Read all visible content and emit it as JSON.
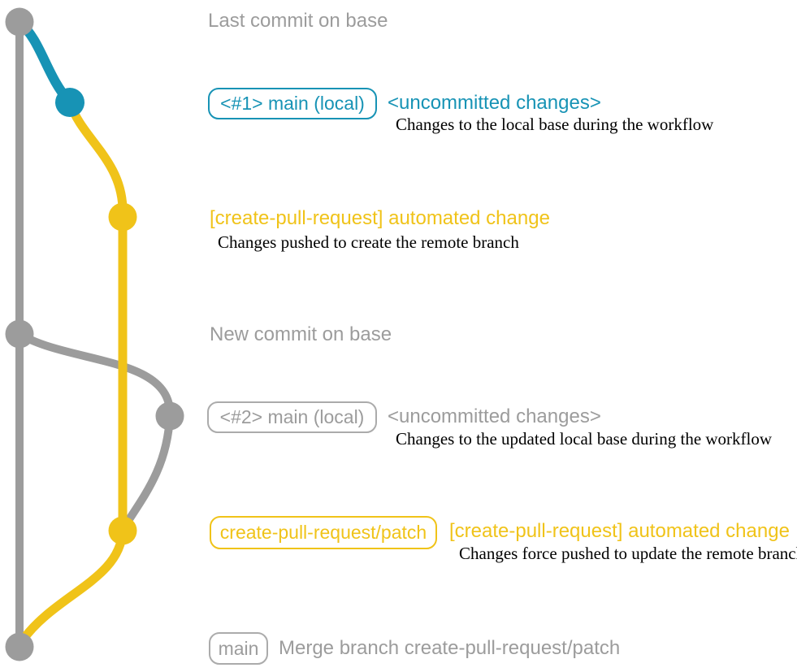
{
  "colors": {
    "gray": "#9c9c9c",
    "gray_border": "#ababab",
    "blue": "#1793b5",
    "yellow": "#f0c319",
    "desc_text": "#000000",
    "background": "#ffffff"
  },
  "rows": {
    "last_commit": {
      "text": "Last commit on base"
    },
    "main_local_1": {
      "badge": "<#1> main (local)",
      "title": "<uncommitted changes>",
      "desc": "Changes to the local base during the workflow"
    },
    "automated_change_1": {
      "title": "[create-pull-request] automated change",
      "desc": "Changes pushed to create the remote branch"
    },
    "new_commit": {
      "text": "New commit on base"
    },
    "main_local_2": {
      "badge": "<#2> main (local)",
      "title": "<uncommitted changes>",
      "desc": "Changes to the updated local base during the workflow"
    },
    "automated_change_2": {
      "badge": "create-pull-request/patch",
      "title": "[create-pull-request] automated change",
      "desc": "Changes force pushed to update the remote branch"
    },
    "merge": {
      "badge": "main",
      "text": "Merge branch create-pull-request/patch"
    }
  }
}
